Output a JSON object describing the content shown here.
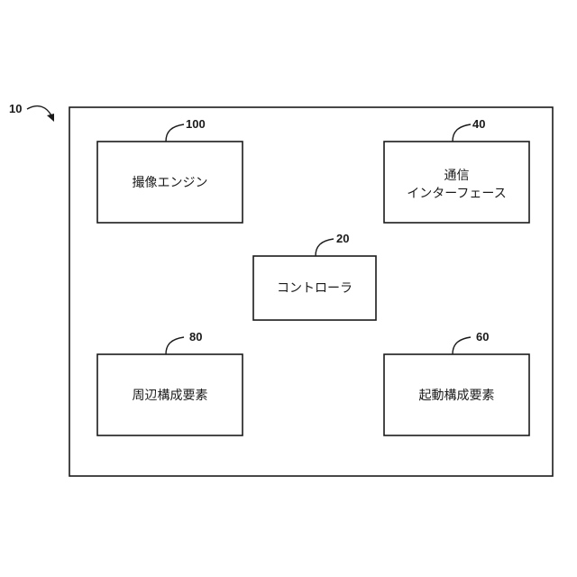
{
  "system": {
    "ref": "10"
  },
  "imaging_engine": {
    "ref": "100",
    "label": "撮像エンジン"
  },
  "communication_interface": {
    "ref": "40",
    "label_line1": "通信",
    "label_line2": "インターフェース"
  },
  "controller": {
    "ref": "20",
    "label": "コントローラ"
  },
  "peripheral_components": {
    "ref": "80",
    "label": "周辺構成要素"
  },
  "activation_components": {
    "ref": "60",
    "label": "起動構成要素"
  }
}
